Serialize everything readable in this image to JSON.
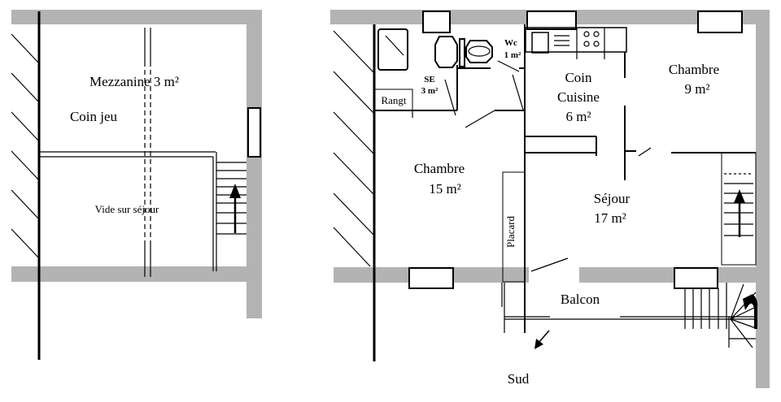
{
  "mezzanine_plan": {
    "mezzanine_label": "Mezzanine 3 m²",
    "play_area_label": "Coin jeu",
    "void_label": "Vide sur séjour"
  },
  "ground_plan": {
    "bedroom_9": {
      "name": "Chambre",
      "area": "9 m²"
    },
    "kitchen": {
      "line1": "Coin",
      "line2": "Cuisine",
      "area": "6 m²"
    },
    "bedroom_15": {
      "name": "Chambre",
      "area": "15 m²"
    },
    "living_room": {
      "name": "Séjour",
      "area": "17 m²"
    },
    "bathroom": {
      "name": "SE",
      "area": "3 m²"
    },
    "wc": {
      "name": "Wc",
      "area": "1 m²"
    },
    "storage_label": "Rangt",
    "closet_label": "Placard",
    "balcony_label": "Balcon",
    "orientation_label": "Sud"
  },
  "colors": {
    "wall": "#b3b3b3",
    "line": "#000000"
  }
}
